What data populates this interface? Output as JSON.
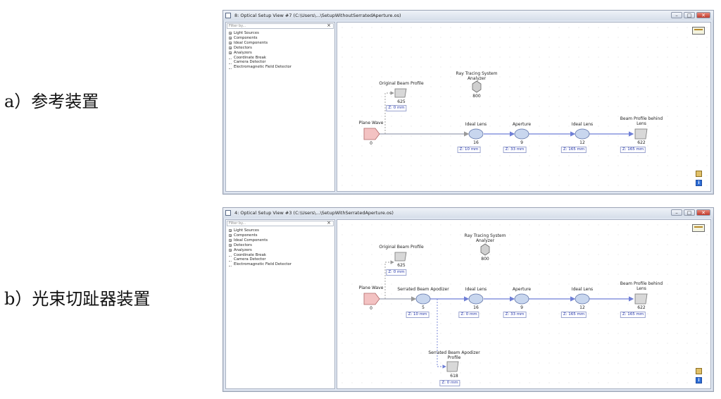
{
  "captions": {
    "a": "a）参考装置",
    "b": "b）光束切趾器装置"
  },
  "window_a": {
    "title": "8: Optical Setup View #7 (C:\\Users\\...\\SetupWithoutSerratedAperture.os)",
    "filter_placeholder": "Filter by...",
    "tree": [
      {
        "label": "Light Sources",
        "expandable": true
      },
      {
        "label": "Components",
        "expandable": true
      },
      {
        "label": "Ideal Components",
        "expandable": true
      },
      {
        "label": "Detectors",
        "expandable": true
      },
      {
        "label": "Analyzers",
        "expandable": true
      },
      {
        "label": "Coordinate Break",
        "expandable": false
      },
      {
        "label": "Camera Detector",
        "expandable": false
      },
      {
        "label": "Electromagnetic Field Detector",
        "expandable": false
      }
    ],
    "nodes": {
      "plane_wave": {
        "label": "Plane Wave",
        "num": "0"
      },
      "orig_profile": {
        "label": "Original Beam Profile",
        "num": "625",
        "tag": "Z: 0 mm"
      },
      "ray_tracing": {
        "label": "Ray Tracing System Analyzer",
        "num": "800"
      },
      "lens1": {
        "label": "Ideal Lens",
        "num": "16",
        "tag": "Z: 10 mm"
      },
      "aperture": {
        "label": "Aperture",
        "num": "9",
        "tag": "Z: 33 mm"
      },
      "lens2": {
        "label": "Ideal Lens",
        "num": "12",
        "tag": "Z: 165 mm"
      },
      "profile_behind": {
        "label": "Beam Profile behind Lens",
        "num": "622",
        "tag": "Z: 165 mm"
      }
    }
  },
  "window_b": {
    "title": "4: Optical Setup View #3 (C:\\Users\\...\\SetupWithSerratedAperture.os)",
    "filter_placeholder": "Filter by...",
    "tree": [
      {
        "label": "Light Sources",
        "expandable": true
      },
      {
        "label": "Components",
        "expandable": true
      },
      {
        "label": "Ideal Components",
        "expandable": true
      },
      {
        "label": "Detectors",
        "expandable": true
      },
      {
        "label": "Analyzers",
        "expandable": true
      },
      {
        "label": "Coordinate Break",
        "expandable": false
      },
      {
        "label": "Camera Detector",
        "expandable": false
      },
      {
        "label": "Electromagnetic Field Detector",
        "expandable": false
      }
    ],
    "nodes": {
      "plane_wave": {
        "label": "Plane Wave",
        "num": "0"
      },
      "orig_profile": {
        "label": "Original Beam Profile",
        "num": "625",
        "tag": "Z: 0 mm"
      },
      "ray_tracing": {
        "label": "Ray Tracing System Analyzer",
        "num": "800"
      },
      "apodizer": {
        "label": "Serrated Beam Apodizer",
        "num": "5",
        "tag": "Z: 10 mm"
      },
      "lens1": {
        "label": "Ideal Lens",
        "num": "16",
        "tag": "Z: 0 mm"
      },
      "aperture": {
        "label": "Aperture",
        "num": "9",
        "tag": "Z: 33 mm"
      },
      "lens2": {
        "label": "Ideal Lens",
        "num": "12",
        "tag": "Z: 165 mm"
      },
      "profile_behind": {
        "label": "Beam Profile behind Lens",
        "num": "622",
        "tag": "Z: 165 mm"
      },
      "apodizer_profile": {
        "label": "Serrated Beam Apodizer Profile",
        "num": "618",
        "tag": "Z: 0 mm"
      }
    }
  },
  "window_buttons": {
    "min": "–",
    "max": "□",
    "close": "✕"
  },
  "icons": {
    "palette": "palette-icon",
    "settings": "settings-icon",
    "info": "info-icon"
  },
  "colors": {
    "lens": "#c8d6ee",
    "plane_wave": "#f3c2c2",
    "detector": "#d8d8d8",
    "link": "#6f7fd6"
  }
}
